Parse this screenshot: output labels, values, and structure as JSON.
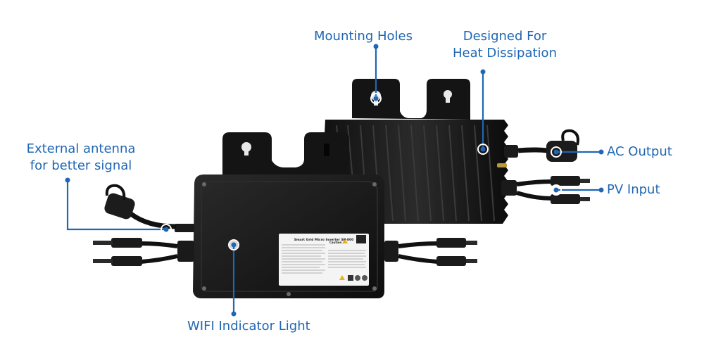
{
  "callouts": {
    "mounting_holes": "Mounting Holes",
    "heat_line1": "Designed For",
    "heat_line2": "Heat Dissipation",
    "antenna_line1": "External antenna",
    "antenna_line2": "for better signal",
    "ac_output": "AC Output",
    "pv_input": "PV Input",
    "wifi_light": "WIFI Indicator Light"
  },
  "label_plate": {
    "title": "Smart Grid Micro Inverter SP-800",
    "caution": "Caution"
  },
  "colors": {
    "accent": "#1f66b3",
    "device": "#151515"
  }
}
